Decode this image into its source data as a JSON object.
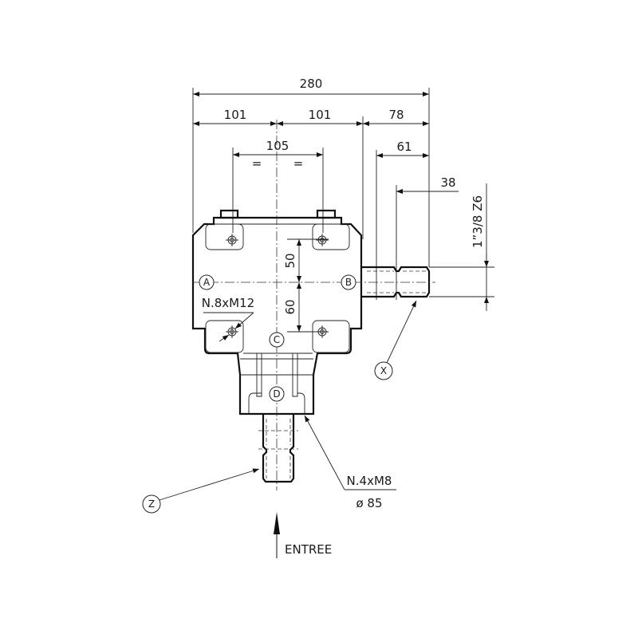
{
  "dimensions": {
    "overall_width": "280",
    "left_half": "101",
    "right_half": "101",
    "shaft_length": "78",
    "bolt_spacing": "105",
    "equal_mark_left": "=",
    "equal_mark_right": "=",
    "shaft_offset": "61",
    "shaft_spline_length": "38",
    "upper_height": "50",
    "lower_height": "60",
    "shaft_spec": "1”3/8 Z6"
  },
  "callouts": {
    "mount_holes": "N.8xM12",
    "flange_holes": "N.4xM8",
    "flange_diameter": "ø 85",
    "input_label": "ENTREE"
  },
  "markers": {
    "a": "A",
    "b": "B",
    "c": "C",
    "d": "D",
    "x": "X",
    "z": "Z"
  }
}
